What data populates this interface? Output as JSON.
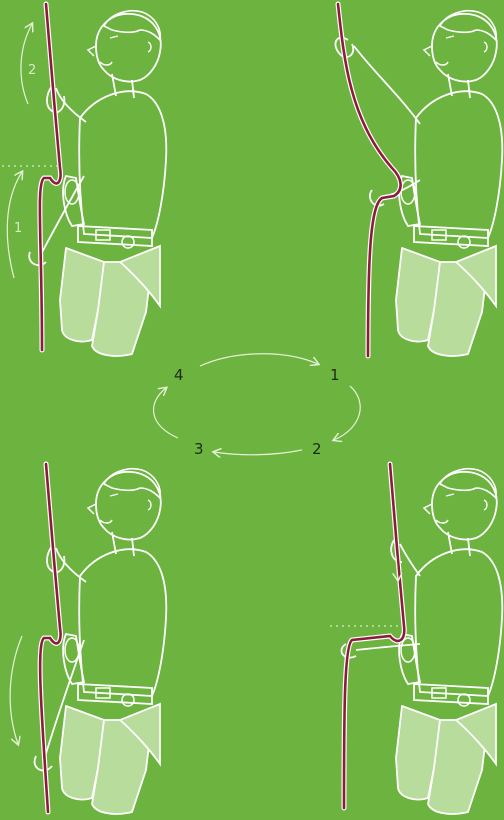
{
  "colors": {
    "background": "#6db33f",
    "outline": "#ffffff",
    "pants_fill": "#b8dc9c",
    "rope_core": "#8c1c3c",
    "rope_edge": "#ffffff",
    "label_dark": "#1e2a16",
    "label_light": "#d7ecc6"
  },
  "cycle": {
    "labels": [
      "1",
      "2",
      "3",
      "4"
    ]
  },
  "panel_top_left": {
    "step_labels": [
      "2",
      "1"
    ]
  }
}
